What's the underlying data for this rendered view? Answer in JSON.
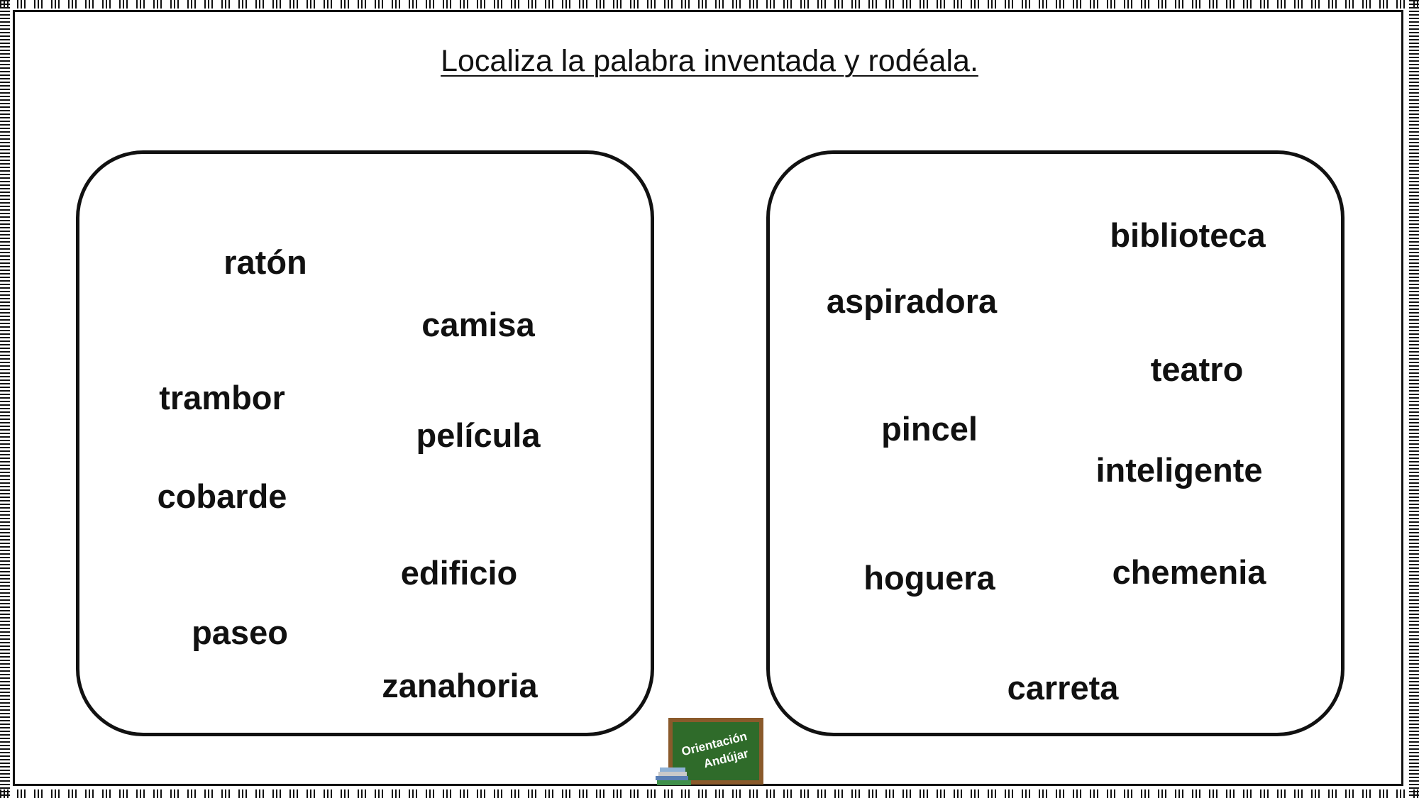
{
  "instruction": "Localiza la palabra inventada y rodéala.",
  "left_box": {
    "words": [
      "ratón",
      "camisa",
      "trambor",
      "película",
      "cobarde",
      "edificio",
      "paseo",
      "zanahoria"
    ]
  },
  "right_box": {
    "words": [
      "biblioteca",
      "aspiradora",
      "teatro",
      "pincel",
      "inteligente",
      "hoguera",
      "chemenia",
      "carreta"
    ]
  },
  "logo": {
    "line1": "Orientación",
    "line2": "Andújar"
  },
  "colors": {
    "text": "#111111",
    "board_green": "#2f6b2a",
    "board_frame": "#8a5a2b"
  }
}
